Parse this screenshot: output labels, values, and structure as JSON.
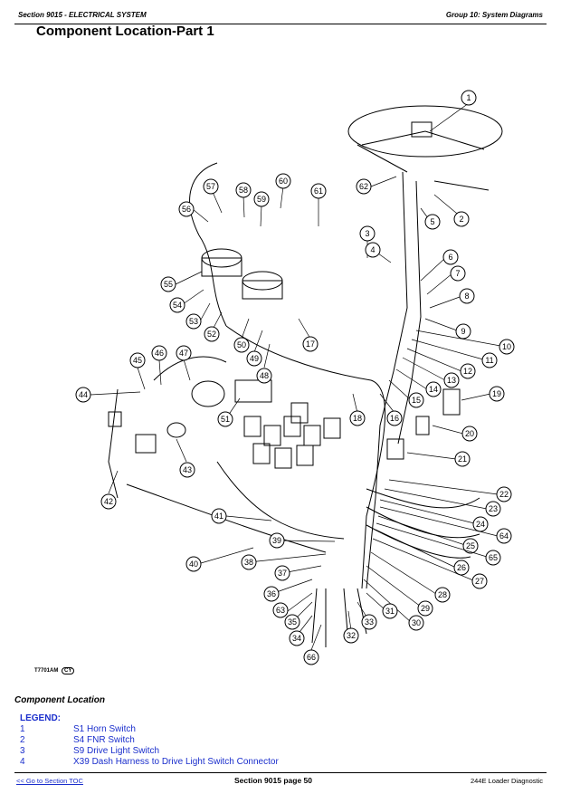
{
  "header": {
    "left": "Section 9015 - ELECTRICAL SYSTEM",
    "right": "Group 10: System Diagrams"
  },
  "page_title": "Component Location-Part 1",
  "figure_id": "T7701AM",
  "figure_badge": "CY",
  "section_heading": "Component Location",
  "legend": {
    "title": "LEGEND:",
    "items": [
      {
        "num": "1",
        "text": "S1 Horn Switch"
      },
      {
        "num": "2",
        "text": "S4 FNR Switch"
      },
      {
        "num": "3",
        "text": "S9 Drive Light Switch"
      },
      {
        "num": "4",
        "text": "X39 Dash Harness to Drive Light Switch Connector"
      }
    ]
  },
  "footer": {
    "link": "<< Go to Section TOC",
    "center": "Section 9015 page 50",
    "right": "244E Loader Diagnostic"
  },
  "callouts": [
    "1",
    "2",
    "3",
    "4",
    "5",
    "6",
    "7",
    "8",
    "9",
    "10",
    "11",
    "12",
    "13",
    "14",
    "15",
    "16",
    "17",
    "18",
    "19",
    "20",
    "21",
    "22",
    "23",
    "24",
    "25",
    "26",
    "27",
    "28",
    "29",
    "30",
    "31",
    "32",
    "33",
    "34",
    "35",
    "36",
    "37",
    "38",
    "39",
    "40",
    "41",
    "42",
    "43",
    "44",
    "45",
    "46",
    "47",
    "48",
    "49",
    "50",
    "51",
    "52",
    "53",
    "54",
    "55",
    "56",
    "57",
    "58",
    "59",
    "60",
    "61",
    "62",
    "63",
    "64",
    "65",
    "66"
  ]
}
